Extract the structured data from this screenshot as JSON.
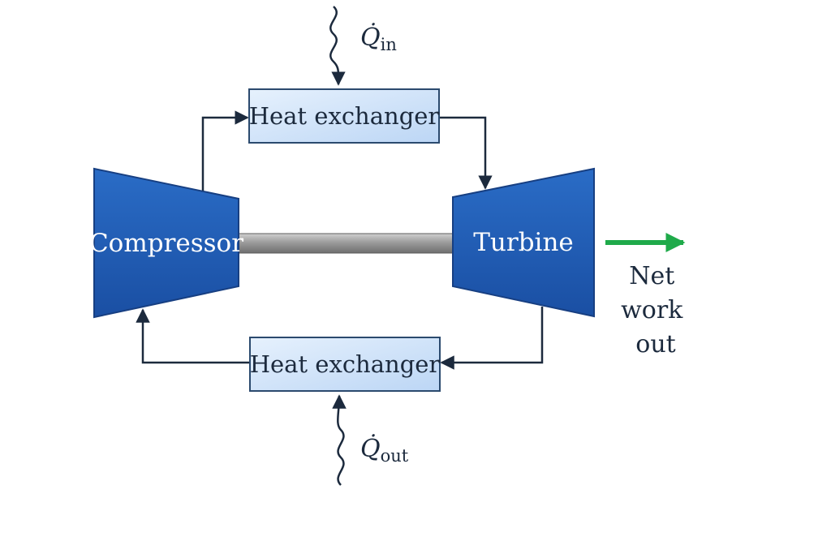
{
  "components": {
    "compressor": {
      "label": "Compressor"
    },
    "turbine": {
      "label": "Turbine"
    },
    "heat_exchanger_top": {
      "label": "Heat exchanger"
    },
    "heat_exchanger_bottom": {
      "label": "Heat exchanger"
    }
  },
  "heat_flows": {
    "in": {
      "symbol": "Q̇",
      "subscript": "in"
    },
    "out": {
      "symbol": "Q̇",
      "subscript": "out"
    }
  },
  "work_output": {
    "lines": [
      "Net",
      "work",
      "out"
    ]
  },
  "colors": {
    "machine": "#1f5bb5",
    "machine_border": "#173f82",
    "exchanger_fill": "#d6e7fa",
    "exchanger_border": "#2b4a6e",
    "flow_line": "#1c2a3d",
    "shaft": "#9a9a9a",
    "work_arrow": "#1faa4a"
  }
}
